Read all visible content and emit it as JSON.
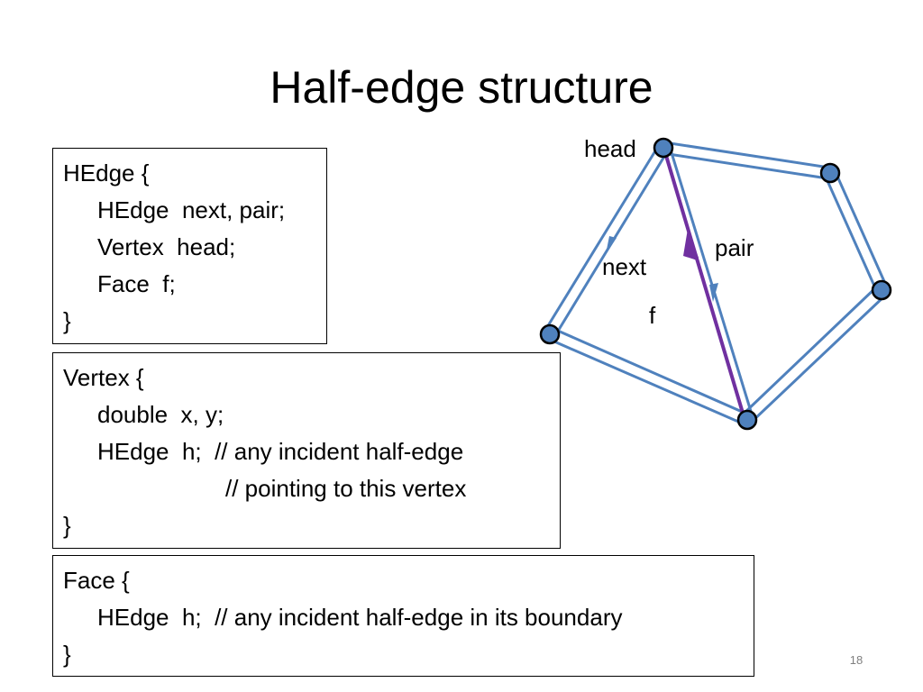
{
  "title": "Half-edge structure",
  "hedge_box": {
    "lines": [
      "HEdge {",
      "HEdge  next, pair;",
      "Vertex  head;",
      "Face  f;",
      "}"
    ]
  },
  "vertex_box": {
    "lines": [
      "Vertex {",
      "double  x, y;",
      "HEdge  h;  // any incident half-edge",
      "// pointing to this vertex",
      "}"
    ]
  },
  "face_box": {
    "lines": [
      "Face {",
      "HEdge  h;  // any incident half-edge in its boundary",
      "}"
    ]
  },
  "diagram": {
    "labels": {
      "head": "head",
      "pair": "pair",
      "next": "next",
      "face": "f"
    },
    "colors": {
      "edge": "#4f81bd",
      "highlight": "#7030a0",
      "vertex_fill": "#4f81bd",
      "vertex_stroke": "#000000"
    }
  },
  "slide_number": "18"
}
